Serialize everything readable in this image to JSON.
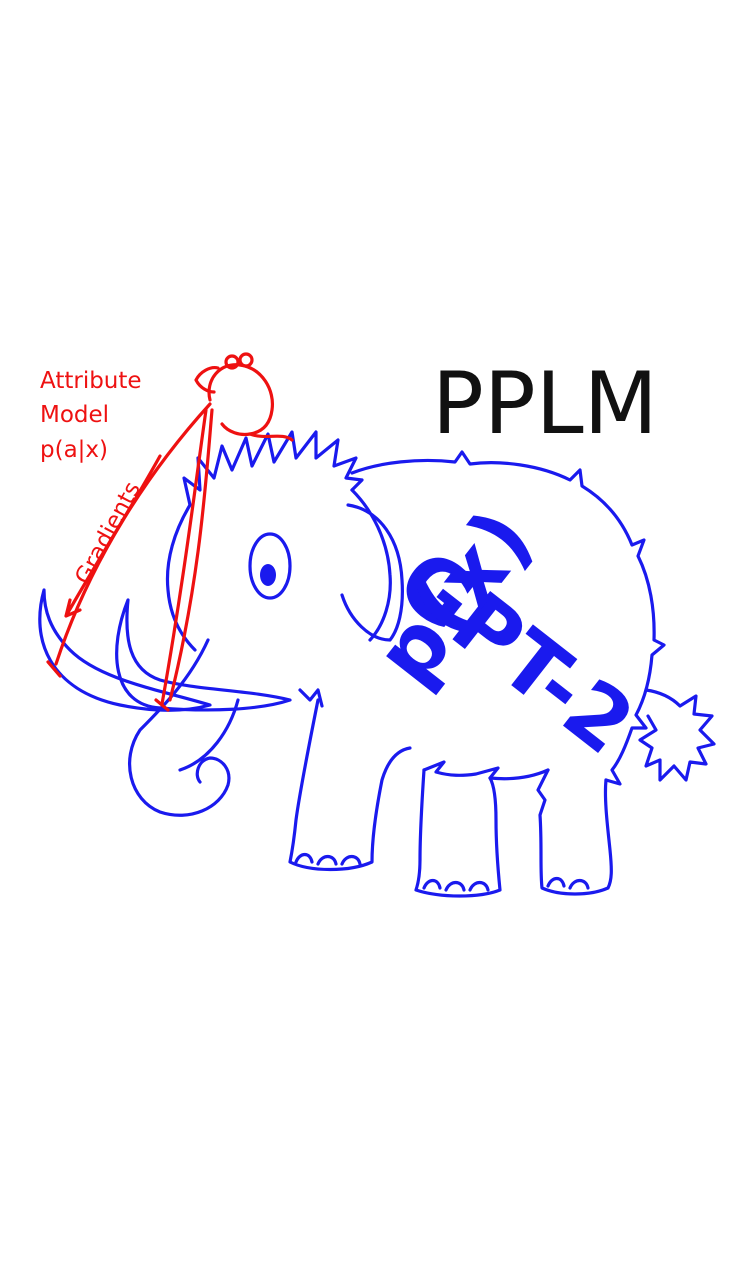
{
  "title": "PPLM",
  "attribute_model": {
    "line1": "Attribute",
    "line2": "Model",
    "line3": "p(a|x)"
  },
  "gradients_label": "Gradients",
  "body_labels": {
    "model": "GPT-2",
    "prob": "p(x)"
  },
  "colors": {
    "mammoth": "#1a1aee",
    "attribute": "#ee1111",
    "title": "#111111",
    "background": "#ffffff"
  },
  "icons": {
    "mammoth": "mammoth-icon",
    "mouse": "mouse-icon",
    "arrow": "arrow-left-icon"
  }
}
